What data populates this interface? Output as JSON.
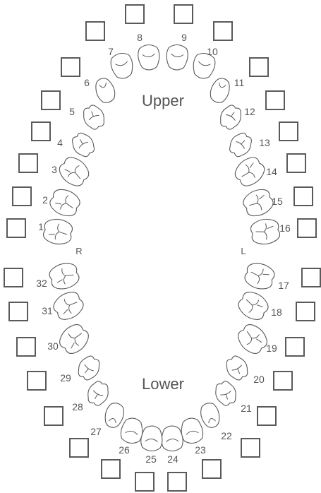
{
  "labels": {
    "upper": "Upper",
    "lower": "Lower",
    "right": "R",
    "left": "L"
  },
  "teeth": [
    {
      "number": "1",
      "type": "molar",
      "checked": false
    },
    {
      "number": "2",
      "type": "molar",
      "checked": false
    },
    {
      "number": "3",
      "type": "molar",
      "checked": false
    },
    {
      "number": "4",
      "type": "premolar",
      "checked": false
    },
    {
      "number": "5",
      "type": "premolar",
      "checked": false
    },
    {
      "number": "6",
      "type": "canine",
      "checked": false
    },
    {
      "number": "7",
      "type": "incisor",
      "checked": false
    },
    {
      "number": "8",
      "type": "incisor",
      "checked": false
    },
    {
      "number": "9",
      "type": "incisor",
      "checked": false
    },
    {
      "number": "10",
      "type": "incisor",
      "checked": false
    },
    {
      "number": "11",
      "type": "canine",
      "checked": false
    },
    {
      "number": "12",
      "type": "premolar",
      "checked": false
    },
    {
      "number": "13",
      "type": "premolar",
      "checked": false
    },
    {
      "number": "14",
      "type": "molar",
      "checked": false
    },
    {
      "number": "15",
      "type": "molar",
      "checked": false
    },
    {
      "number": "16",
      "type": "molar",
      "checked": false
    },
    {
      "number": "17",
      "type": "molar",
      "checked": false
    },
    {
      "number": "18",
      "type": "molar",
      "checked": false
    },
    {
      "number": "19",
      "type": "molar",
      "checked": false
    },
    {
      "number": "20",
      "type": "premolar",
      "checked": false
    },
    {
      "number": "21",
      "type": "premolar",
      "checked": false
    },
    {
      "number": "22",
      "type": "canine",
      "checked": false
    },
    {
      "number": "23",
      "type": "incisor",
      "checked": false
    },
    {
      "number": "24",
      "type": "incisor",
      "checked": false
    },
    {
      "number": "25",
      "type": "incisor",
      "checked": false
    },
    {
      "number": "26",
      "type": "incisor",
      "checked": false
    },
    {
      "number": "27",
      "type": "canine",
      "checked": false
    },
    {
      "number": "28",
      "type": "premolar",
      "checked": false
    },
    {
      "number": "29",
      "type": "premolar",
      "checked": false
    },
    {
      "number": "30",
      "type": "molar",
      "checked": false
    },
    {
      "number": "31",
      "type": "molar",
      "checked": false
    },
    {
      "number": "32",
      "type": "molar",
      "checked": false
    }
  ]
}
